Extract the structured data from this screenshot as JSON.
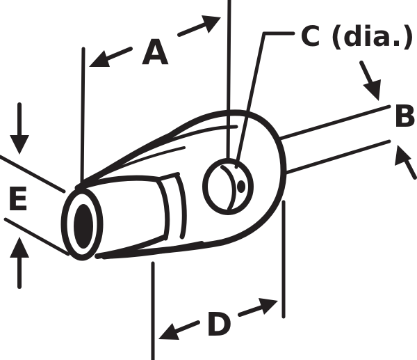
{
  "labels": {
    "a": "A",
    "b": "B",
    "c": "C (dia.)",
    "d": "D",
    "e": "E"
  },
  "colors": {
    "ink": "#231f20",
    "background": "#ffffff"
  }
}
